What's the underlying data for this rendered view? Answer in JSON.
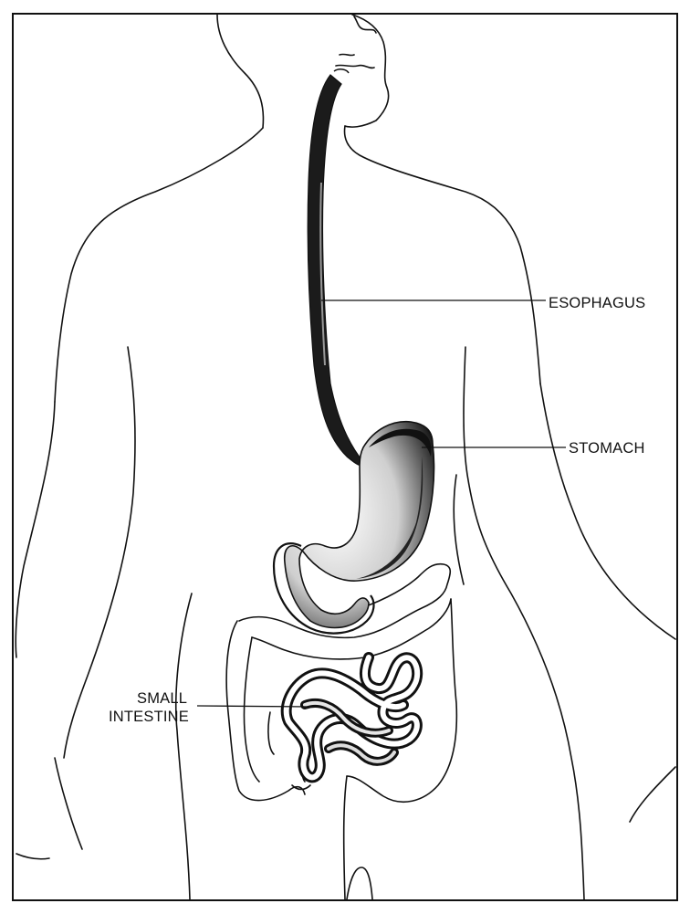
{
  "labels": {
    "esophagus": "ESOPHAGUS",
    "stomach": "STOMACH",
    "small_intestine_line1": "SMALL",
    "small_intestine_line2": "INTESTINE"
  },
  "colors": {
    "ink": "#111111",
    "paper": "#ffffff",
    "organ_fill": "#1a1a1a",
    "organ_light": "#d9d9d9"
  }
}
